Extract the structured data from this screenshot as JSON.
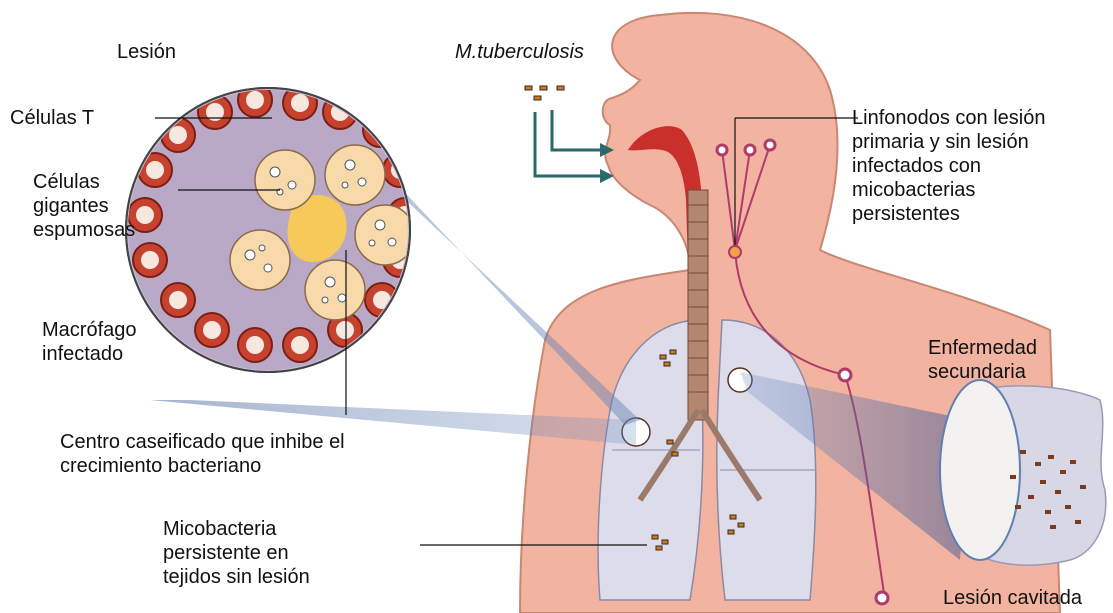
{
  "labels": {
    "lesion": "Lesión",
    "pathogen": "M.tuberculosis",
    "t_cells": "Células T",
    "giant_cells": "Células\ngigantes\nespumosas",
    "macrophage": "Macrófago\ninfectado",
    "caseous_center": "Centro caseificado que inhibe el\ncrecimiento bacteriano",
    "persistent_bacteria": "Micobacteria\npersistente en\ntejidos sin lesión",
    "lymph_nodes": "Linfonodos con lesión\nprimaria y sin lesión\ninfectados con\nmicobacterias\npersistentes",
    "secondary_disease": "Enfermedad\nsecundaria",
    "cavitary_lesion": "Lesión cavitada"
  },
  "colors": {
    "skin": "#f2b4a1",
    "skin_outline": "#c98672",
    "lung": "#dcdcea",
    "airway": "#c9302c",
    "t_cell_ring": "#c7412f",
    "giant_cell": "#f7d9aa",
    "caseous": "#f7c95a",
    "lymph": "#b03a6a",
    "magnifier": "#3e5d93"
  }
}
